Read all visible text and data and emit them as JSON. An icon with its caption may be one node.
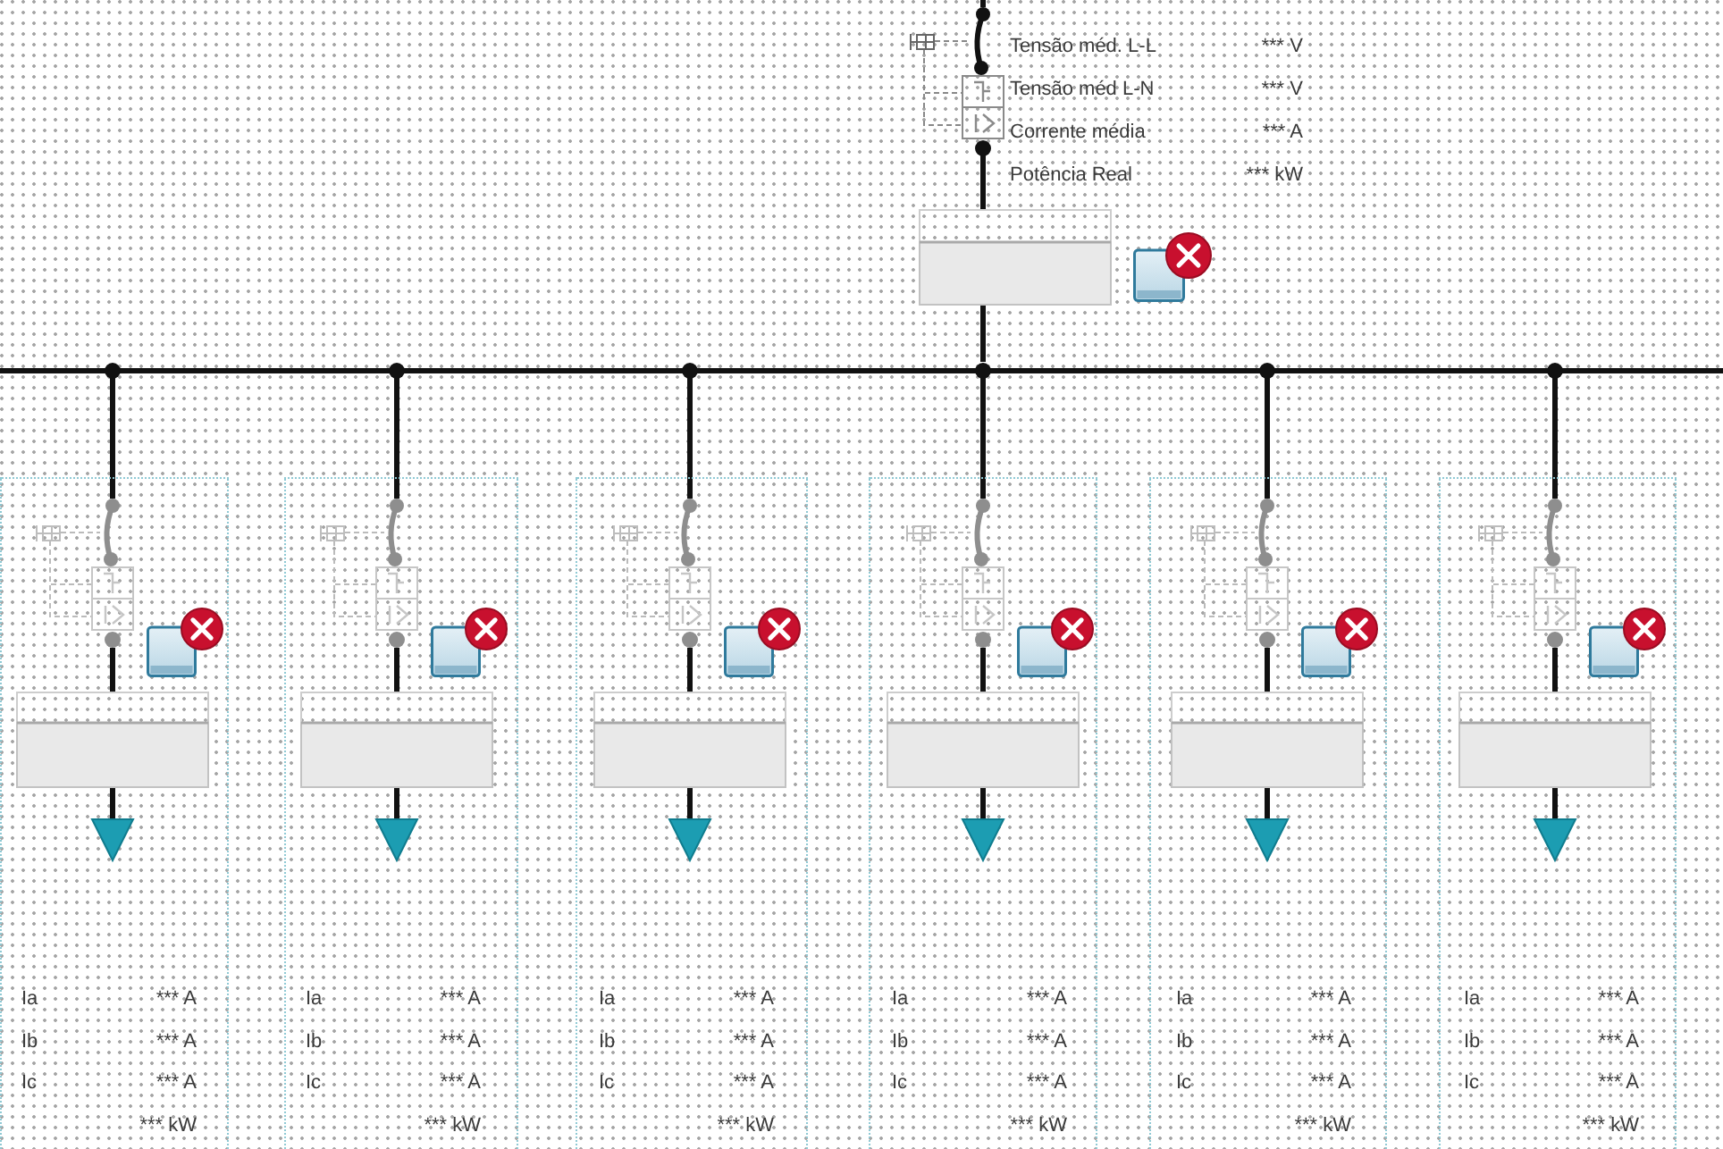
{
  "diagram": {
    "nodes": [
      {
        "text": [],
        "shape": "terminal"
      },
      {
        "text": [],
        "shape": "switch"
      },
      {
        "text": [],
        "shape": "box"
      },
      {
        "text": [],
        "shape": "box"
      },
      {
        "text": [],
        "shape": "bar"
      },
      {
        "text": [
          "Ia",
          "*** A",
          "Ib",
          "*** A",
          "Ic",
          "*** A",
          "*** kW"
        ]
      },
      {
        "text": [],
        "shape": "terminal",
        "in": 5
      },
      {
        "text": [],
        "shape": "switch",
        "in": 5
      },
      {
        "text": [],
        "shape": "box",
        "in": 5
      },
      {
        "text": [],
        "shape": "box",
        "in": 5
      },
      {
        "text": [],
        "shape": "triangle",
        "in": 5
      },
      {
        "text": [
          "Ia",
          "*** A",
          "Ib",
          "*** A",
          "Ic",
          "*** A",
          "*** kW"
        ]
      },
      {
        "text": [],
        "shape": "terminal",
        "in": 11
      },
      {
        "text": [],
        "shape": "switch",
        "in": 11
      },
      {
        "text": [],
        "shape": "box",
        "in": 11
      },
      {
        "text": [],
        "shape": "box",
        "in": 11
      },
      {
        "text": [],
        "shape": "triangle",
        "in": 11
      },
      {
        "text": [
          "Ia",
          "*** A",
          "Ib",
          "*** A",
          "Ic",
          "*** A",
          "*** kW"
        ]
      },
      {
        "text": [],
        "shape": "terminal",
        "in": 17
      },
      {
        "text": [],
        "shape": "switch",
        "in": 17
      },
      {
        "text": [],
        "shape": "box",
        "in": 17
      },
      {
        "text": [],
        "shape": "box",
        "in": 17
      },
      {
        "text": [],
        "shape": "triangle",
        "in": 17
      },
      {
        "text": [
          "Ia",
          "*** A",
          "Ib",
          "*** A",
          "Ic",
          "*** A",
          "*** kW"
        ]
      },
      {
        "text": [],
        "shape": "terminal",
        "in": 23
      },
      {
        "text": [],
        "shape": "switch",
        "in": 23
      },
      {
        "text": [],
        "shape": "box",
        "in": 23
      },
      {
        "text": [],
        "shape": "box",
        "in": 23
      },
      {
        "text": [],
        "shape": "triangle",
        "in": 23
      },
      {
        "text": [
          "Ia",
          "*** A",
          "Ib",
          "*** A",
          "Ic",
          "*** A",
          "*** kW"
        ]
      },
      {
        "text": [],
        "shape": "terminal",
        "in": 29
      },
      {
        "text": [],
        "shape": "switch",
        "in": 29
      },
      {
        "text": [],
        "shape": "box",
        "in": 29
      },
      {
        "text": [],
        "shape": "box",
        "in": 29
      },
      {
        "text": [],
        "shape": "triangle",
        "in": 29
      },
      {
        "text": [
          "Ia",
          "*** A",
          "Ib",
          "*** A",
          "Ic",
          "*** A",
          "*** kW"
        ]
      },
      {
        "text": [],
        "shape": "terminal",
        "in": 35
      },
      {
        "text": [],
        "shape": "switch",
        "in": 35
      },
      {
        "text": [],
        "shape": "box",
        "in": 35
      },
      {
        "text": [],
        "shape": "box",
        "in": 35
      },
      {
        "text": [],
        "shape": "triangle",
        "in": 35
      }
    ],
    "edges": [
      {
        "from": null,
        "to": 1,
        "arrow": "none",
        "style": "thick"
      },
      {
        "from": 0,
        "to": 1,
        "arrow": "none",
        "style": "dashed",
        "color": "#888888"
      },
      {
        "from": 0,
        "to": 2,
        "arrow": "none",
        "style": "dashed",
        "color": "#888888"
      },
      {
        "from": 0,
        "to": 2,
        "arrow": "none",
        "style": "dashed",
        "color": "#888888"
      },
      {
        "from": 2,
        "to": 3,
        "arrow": "none",
        "style": "thick"
      },
      {
        "from": 3,
        "to": 4,
        "arrow": "none",
        "style": "thick"
      },
      {
        "from": 4,
        "to": 7,
        "arrow": "none",
        "style": "thick"
      },
      {
        "from": 6,
        "to": 7,
        "arrow": "none",
        "style": "dashed",
        "color": "#bbbbbb"
      },
      {
        "from": 6,
        "to": 8,
        "arrow": "none",
        "style": "dashed",
        "color": "#bbbbbb"
      },
      {
        "from": 6,
        "to": 8,
        "arrow": "none",
        "style": "dashed",
        "color": "#bbbbbb"
      },
      {
        "from": 8,
        "to": 9,
        "arrow": "none",
        "style": "thick"
      },
      {
        "from": 9,
        "to": 10,
        "arrow": "none",
        "style": "thick"
      },
      {
        "from": 4,
        "to": 13,
        "arrow": "none",
        "style": "thick"
      },
      {
        "from": 12,
        "to": 13,
        "arrow": "none",
        "style": "dashed",
        "color": "#bbbbbb"
      },
      {
        "from": 12,
        "to": 14,
        "arrow": "none",
        "style": "dashed",
        "color": "#bbbbbb"
      },
      {
        "from": 12,
        "to": 14,
        "arrow": "none",
        "style": "dashed",
        "color": "#bbbbbb"
      },
      {
        "from": 14,
        "to": 15,
        "arrow": "none",
        "style": "thick"
      },
      {
        "from": 15,
        "to": 16,
        "arrow": "none",
        "style": "thick"
      },
      {
        "from": 4,
        "to": 19,
        "arrow": "none",
        "style": "thick"
      },
      {
        "from": 18,
        "to": 19,
        "arrow": "none",
        "style": "dashed",
        "color": "#bbbbbb"
      },
      {
        "from": 18,
        "to": 20,
        "arrow": "none",
        "style": "dashed",
        "color": "#bbbbbb"
      },
      {
        "from": 18,
        "to": 20,
        "arrow": "none",
        "style": "dashed",
        "color": "#bbbbbb"
      },
      {
        "from": 20,
        "to": 21,
        "arrow": "none",
        "style": "thick"
      },
      {
        "from": 21,
        "to": 22,
        "arrow": "none",
        "style": "thick"
      },
      {
        "from": 4,
        "to": 25,
        "arrow": "none",
        "style": "thick"
      },
      {
        "from": 24,
        "to": 25,
        "arrow": "none",
        "style": "dashed",
        "color": "#bbbbbb"
      },
      {
        "from": 24,
        "to": 26,
        "arrow": "none",
        "style": "dashed",
        "color": "#bbbbbb"
      },
      {
        "from": 24,
        "to": 26,
        "arrow": "none",
        "style": "dashed",
        "color": "#bbbbbb"
      },
      {
        "from": 26,
        "to": 27,
        "arrow": "none",
        "style": "thick"
      },
      {
        "from": 27,
        "to": 28,
        "arrow": "none",
        "style": "thick"
      },
      {
        "from": 4,
        "to": 31,
        "arrow": "none",
        "style": "thick"
      },
      {
        "from": 30,
        "to": 31,
        "arrow": "none",
        "style": "dashed",
        "color": "#bbbbbb"
      },
      {
        "from": 30,
        "to": 32,
        "arrow": "none",
        "style": "dashed",
        "color": "#bbbbbb"
      },
      {
        "from": 30,
        "to": 32,
        "arrow": "none",
        "style": "dashed",
        "color": "#bbbbbb"
      },
      {
        "from": 32,
        "to": 33,
        "arrow": "none",
        "style": "thick"
      },
      {
        "from": 33,
        "to": 34,
        "arrow": "none",
        "style": "thick"
      },
      {
        "from": 4,
        "to": 37,
        "arrow": "none",
        "style": "thick"
      },
      {
        "from": 36,
        "to": 37,
        "arrow": "none",
        "style": "dashed",
        "color": "#bbbbbb"
      },
      {
        "from": 36,
        "to": 38,
        "arrow": "none",
        "style": "dashed",
        "color": "#bbbbbb"
      },
      {
        "from": 36,
        "to": 38,
        "arrow": "none",
        "style": "dashed",
        "color": "#bbbbbb"
      },
      {
        "from": 38,
        "to": 39,
        "arrow": "none",
        "style": "thick"
      },
      {
        "from": 39,
        "to": 40,
        "arrow": "none",
        "style": "thick"
      }
    ],
    "labels": [
      "Tensão méd. L-L",
      "*** V",
      "Tensão méd L-N",
      "*** V",
      "Corrente média",
      "*** A",
      "Potência Real",
      "*** kW"
    ]
  }
}
